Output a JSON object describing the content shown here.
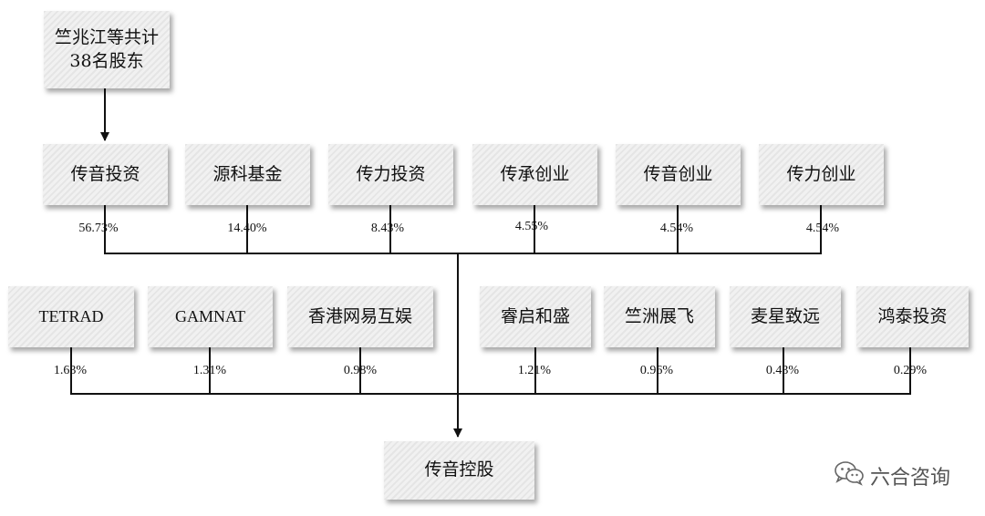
{
  "top_box": {
    "line1": "竺兆江等共计",
    "line2": "38名股东"
  },
  "tier1": [
    {
      "name": "传音投资",
      "pct": "56.73%"
    },
    {
      "name": "源科基金",
      "pct": "14.40%"
    },
    {
      "name": "传力投资",
      "pct": "8.43%"
    },
    {
      "name": "传承创业",
      "pct": "4.55%"
    },
    {
      "name": "传音创业",
      "pct": "4.54%"
    },
    {
      "name": "传力创业",
      "pct": "4.54%"
    }
  ],
  "tier2": [
    {
      "name": "TETRAD",
      "pct": "1.63%"
    },
    {
      "name": "GAMNAT",
      "pct": "1.31%"
    },
    {
      "name": "香港网易互娱",
      "pct": "0.98%"
    },
    {
      "name": "睿启和盛",
      "pct": "1.21%"
    },
    {
      "name": "竺洲展飞",
      "pct": "0.96%"
    },
    {
      "name": "麦星致远",
      "pct": "0.43%"
    },
    {
      "name": "鸿泰投资",
      "pct": "0.29%"
    }
  ],
  "bottom_box": {
    "name": "传音控股"
  },
  "watermark": {
    "text": "六合咨询",
    "icon": "wechat-icon"
  },
  "colors": {
    "box_fill": "#f1f1f1",
    "line": "#111111"
  }
}
